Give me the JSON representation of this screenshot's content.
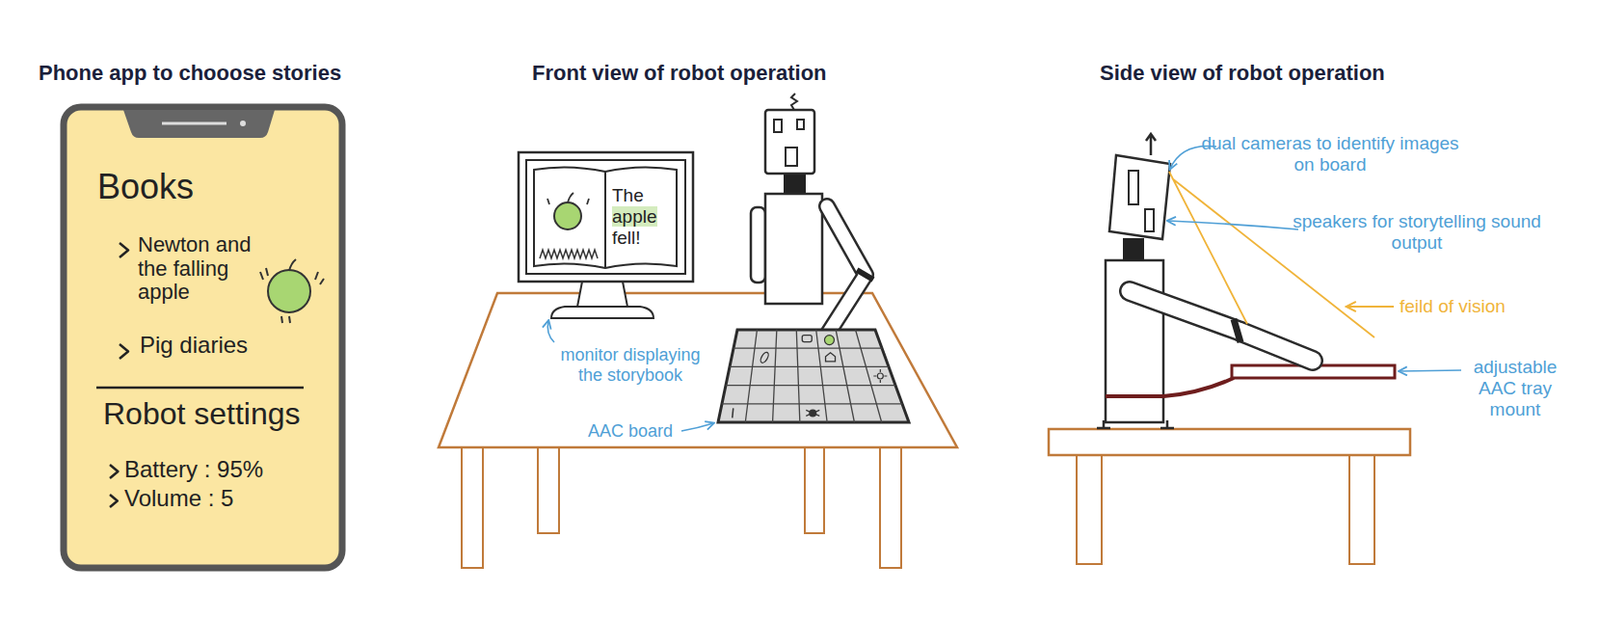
{
  "diagram": {
    "nodes": [
      {
        "text": [
          "Books",
          "Newton and the falling apple",
          "Pig diaries",
          "Robot settings",
          "Battery : 95%",
          "Volume : 5"
        ]
      },
      {
        "text": [
          "The",
          "apple",
          "fell!"
        ]
      }
    ],
    "labels": [
      "Phone app to chooose stories",
      "Front view of robot operation",
      "Side view of robot operation",
      "monitor displaying the storybook",
      "AAC board",
      "dual cameras to identify images on board",
      "speakers for storytelling sound output",
      "feild of vision",
      "adjustable AAC tray mount"
    ]
  }
}
